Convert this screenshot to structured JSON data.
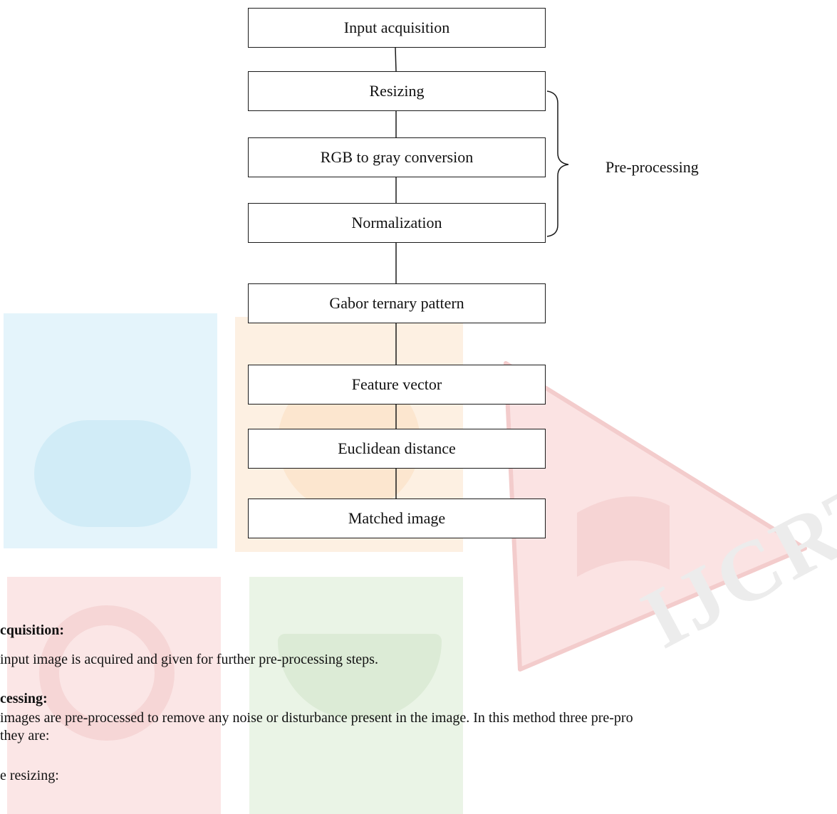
{
  "diagram": {
    "boxes": [
      "Input acquisition",
      "Resizing",
      "RGB to gray conversion",
      "Normalization",
      "Gabor ternary pattern",
      "Feature vector",
      "Euclidean distance",
      "Matched image"
    ],
    "brace_label": "Pre-processing"
  },
  "text": {
    "heading1": "cquisition:",
    "para1": "input image is acquired and given for further pre-processing steps.",
    "heading2": "cessing:",
    "para2_line1": " images are pre-processed to remove any noise or disturbance present in the image. In this method three pre-pro",
    "para2_line2": " they are:",
    "item1": "e resizing:"
  },
  "watermark": {
    "text": "IJCRT",
    "colors": {
      "blue": "#e4f4fb",
      "orange": "#fdf0e2",
      "red": "#fbe6e6",
      "green": "#eaf4e6"
    }
  }
}
